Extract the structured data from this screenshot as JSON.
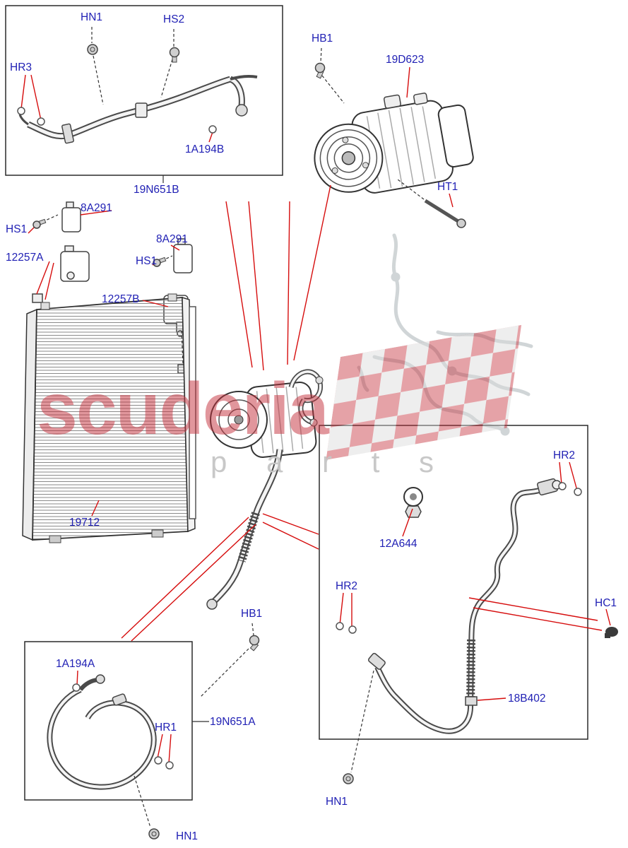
{
  "title": "Air conditioning condenser and compressor parts diagram",
  "colors": {
    "label_blue": "#1f1fb4",
    "callout_red": "#d60d0d",
    "watermark_red": "#c5303c",
    "line_dark": "#333333"
  },
  "watermark": {
    "brand": "scuderia",
    "tagline": "p  a  r  t  s"
  },
  "labels": [
    {
      "id": "hn1-top",
      "text": "HN1"
    },
    {
      "id": "hs2",
      "text": "HS2"
    },
    {
      "id": "hr3",
      "text": "HR3"
    },
    {
      "id": "1a194b",
      "text": "1A194B"
    },
    {
      "id": "19n651b",
      "text": "19N651B"
    },
    {
      "id": "hb1-top",
      "text": "HB1"
    },
    {
      "id": "19d623",
      "text": "19D623"
    },
    {
      "id": "ht1",
      "text": "HT1"
    },
    {
      "id": "8a291-1",
      "text": "8A291"
    },
    {
      "id": "hs1-1",
      "text": "HS1"
    },
    {
      "id": "12257a",
      "text": "12257A"
    },
    {
      "id": "8a291-2",
      "text": "8A291"
    },
    {
      "id": "hs1-2",
      "text": "HS1"
    },
    {
      "id": "12257b",
      "text": "12257B"
    },
    {
      "id": "19712",
      "text": "19712"
    },
    {
      "id": "hb1-bottom",
      "text": "HB1"
    },
    {
      "id": "1a194a",
      "text": "1A194A"
    },
    {
      "id": "hr1",
      "text": "HR1"
    },
    {
      "id": "19n651a",
      "text": "19N651A"
    },
    {
      "id": "hn1-bottom-left",
      "text": "HN1"
    },
    {
      "id": "hr2-top",
      "text": "HR2"
    },
    {
      "id": "12a644",
      "text": "12A644"
    },
    {
      "id": "hr2-left",
      "text": "HR2"
    },
    {
      "id": "hc1",
      "text": "HC1"
    },
    {
      "id": "18b402",
      "text": "18B402"
    },
    {
      "id": "hn1-bottom-right",
      "text": "HN1"
    }
  ]
}
